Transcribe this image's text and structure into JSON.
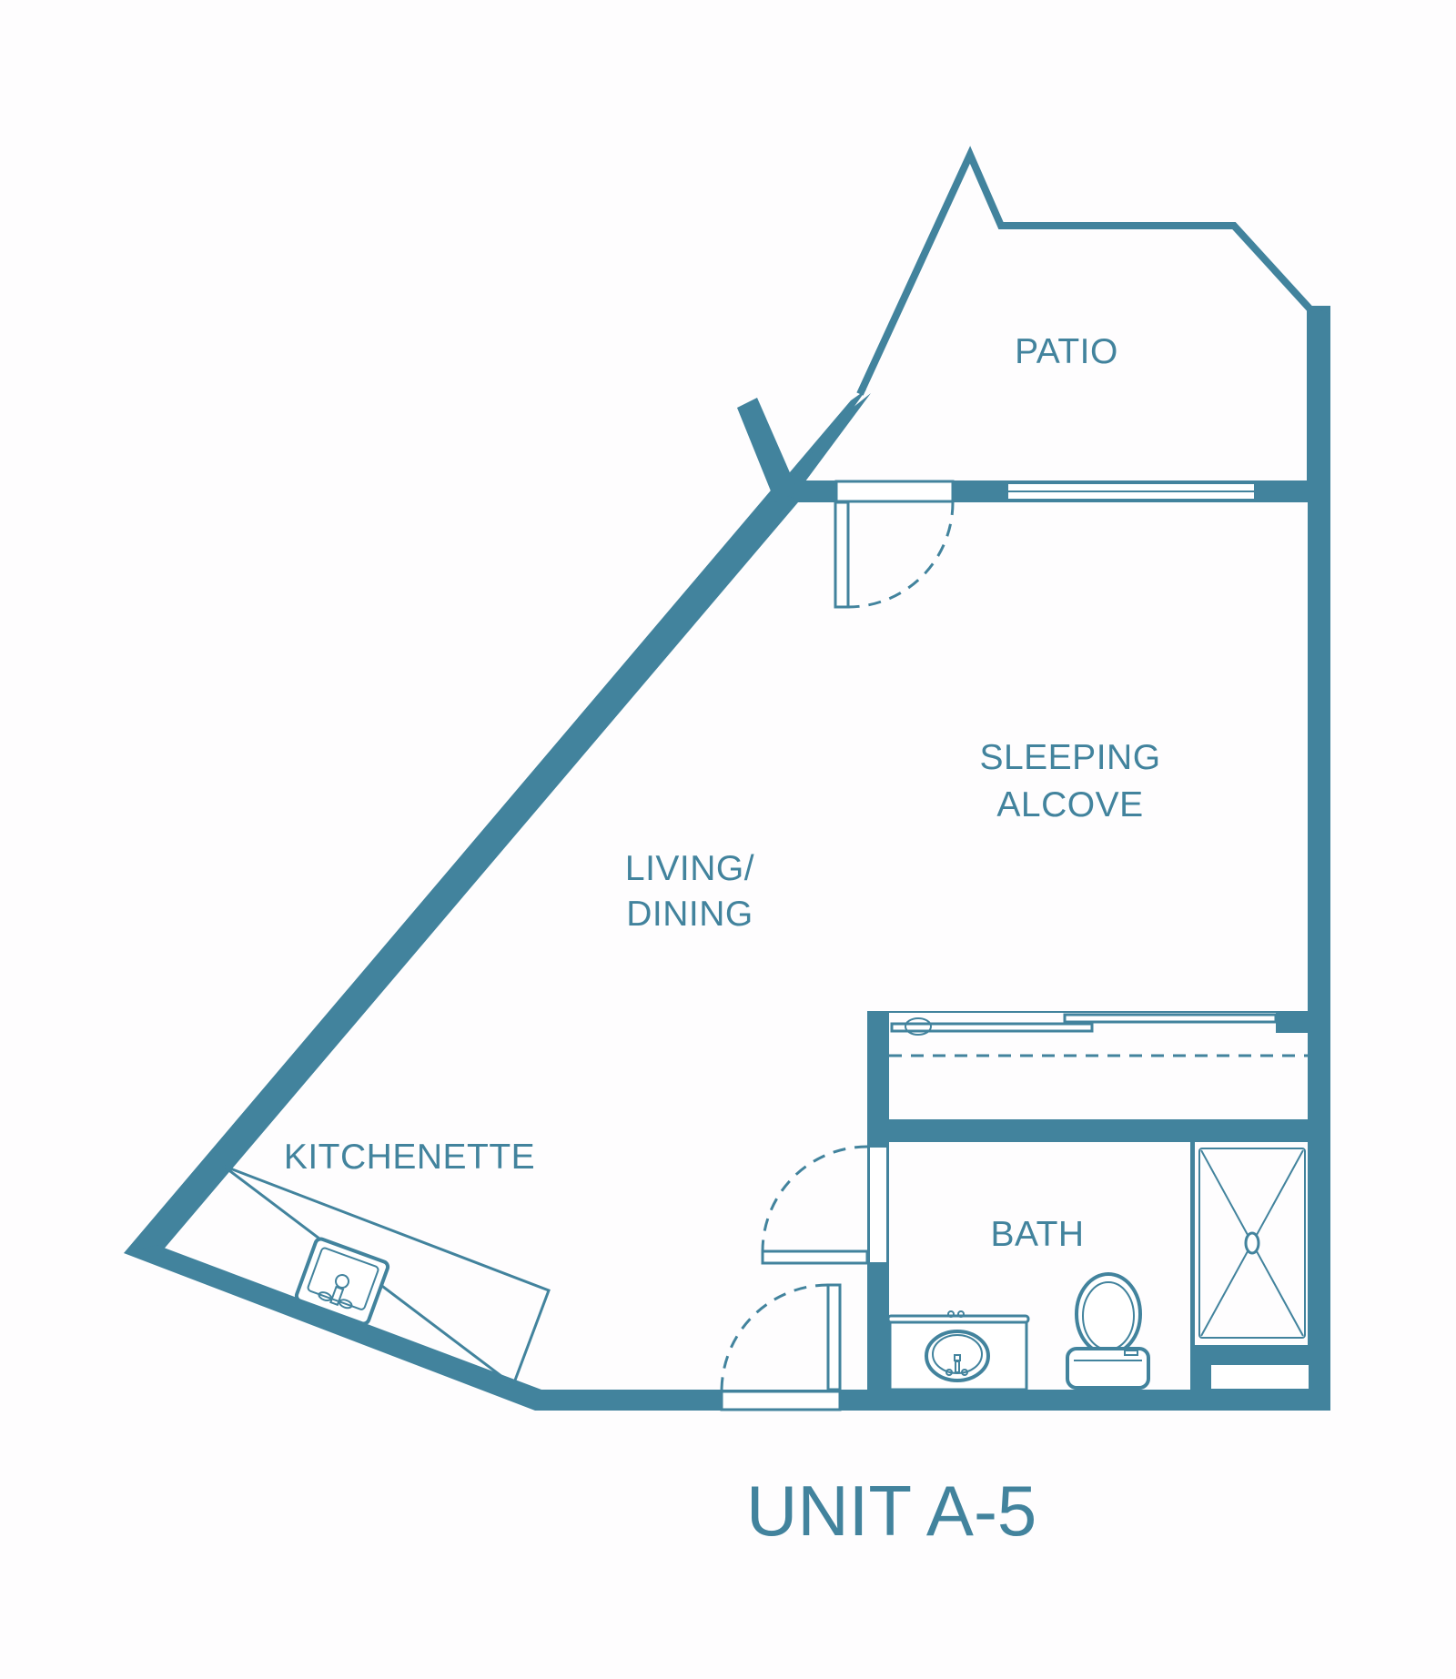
{
  "plan": {
    "title": "UNIT A-5",
    "accent_color": "#42839d",
    "background_color": "#fefdfe",
    "rooms": {
      "patio": "PATIO",
      "sleeping_line1": "SLEEPING",
      "sleeping_line2": "ALCOVE",
      "living_line1": "LIVING/",
      "living_line2": "DINING",
      "kitchenette": "KITCHENETTE",
      "bath": "BATH"
    },
    "fixtures": [
      "patio-door",
      "patio-window",
      "closet-sliding-doors",
      "bath-door",
      "entry-door",
      "kitchen-sink",
      "bath-vanity-sink",
      "toilet",
      "shower"
    ]
  }
}
